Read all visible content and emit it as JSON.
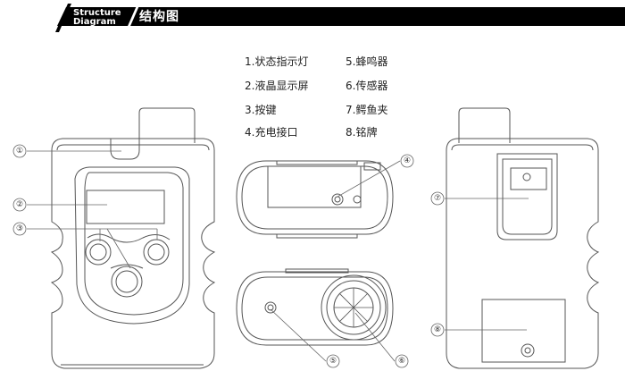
{
  "header": {
    "title_en_line1": "Structure",
    "title_en_line2": "Diagram",
    "title_cn": "结构图"
  },
  "legend": [
    {
      "label": "1.状态指示灯"
    },
    {
      "label": "2.液晶显示屏"
    },
    {
      "label": "3.按键"
    },
    {
      "label": "4.充电接口"
    },
    {
      "label": "5.蜂鸣器"
    },
    {
      "label": "6.传感器"
    },
    {
      "label": "7.鳄鱼夹"
    },
    {
      "label": "8.铭牌"
    }
  ],
  "callouts": [
    "①",
    "②",
    "③",
    "④",
    "⑤",
    "⑥",
    "⑦",
    "⑧"
  ],
  "colors": {
    "line": "#555555",
    "header": "#000000",
    "header_text": "#ffffff"
  }
}
